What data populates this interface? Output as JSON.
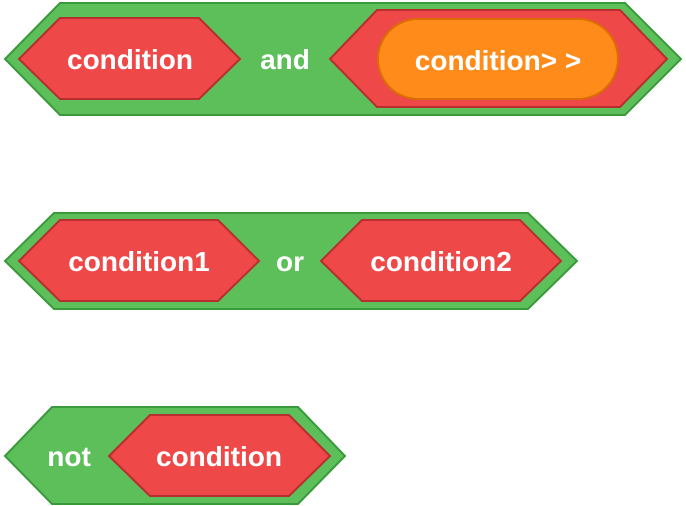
{
  "colors": {
    "operator_fill": "#5cbf5a",
    "operator_stroke": "#3a9a3b",
    "condition_fill": "#ef4848",
    "condition_stroke": "#b82e2e",
    "reporter_fill": "#ff8c1a",
    "reporter_stroke": "#db6e00",
    "text": "#ffffff"
  },
  "blocks": {
    "and_block": {
      "left": "condition",
      "operator": "and",
      "right_inner": "condition> >"
    },
    "or_block": {
      "left": "condition1",
      "operator": "or",
      "right": "condition2"
    },
    "not_block": {
      "operator": "not",
      "operand": "condition"
    }
  }
}
